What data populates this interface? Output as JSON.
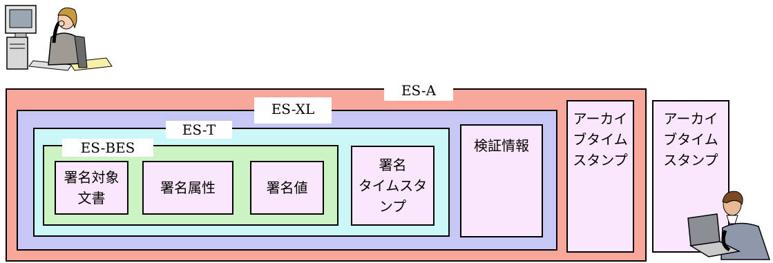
{
  "colors": {
    "es_a": "#f8a89a",
    "es_xl": "#c7c7f5",
    "es_t": "#ccf7f7",
    "es_bes": "#ccf3c2",
    "item": "#fbe7fb"
  },
  "layers": {
    "es_a": "ES-A",
    "es_xl": "ES-XL",
    "es_t": "ES-T",
    "es_bes": "ES-BES"
  },
  "items": {
    "target_doc": "署名対象\n文書",
    "attributes": "署名属性",
    "value": "署名値",
    "timestamp": "署名\nタイムスタ\nンプ",
    "validation": "検証情報",
    "archive1": "アーカイ\nブタイム\nスタンプ",
    "archive2": "アーカイ\nブタイム\nスタンプ"
  },
  "icons": {
    "signer": "woman-at-computer-icon",
    "verifier": "man-at-laptop-icon"
  }
}
